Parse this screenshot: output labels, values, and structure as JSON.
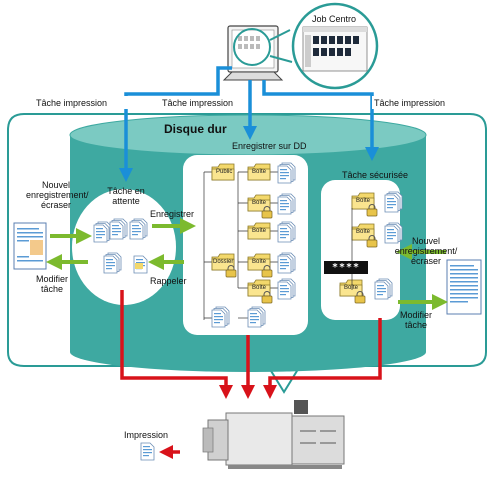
{
  "monitor": {
    "title": "Job Centro"
  },
  "arrows": {
    "print_job_left": "Tâche impression",
    "print_job_center": "Tâche impression",
    "print_job_right": "Tâche impression"
  },
  "hdd": {
    "title": "Disque dur",
    "save_label": "Enregistrer sur DD"
  },
  "left_panel": {
    "new_label": "Nouvel enregistrement/ écraser",
    "modify_label": "Modifier tâche",
    "waiting_label": "Tâche en attente",
    "save_action": "Enregistrer",
    "recall_action": "Rappeler"
  },
  "folders": {
    "public": "Public",
    "box": "Boîte",
    "folder": "Dossier"
  },
  "right_panel": {
    "secure_label": "Tâche sécurisée",
    "password_mask": "****",
    "new_label": "Nouvel enregistrement/ écraser",
    "modify_label": "Modifier tâche"
  },
  "printer": {
    "print_label": "Impression"
  }
}
